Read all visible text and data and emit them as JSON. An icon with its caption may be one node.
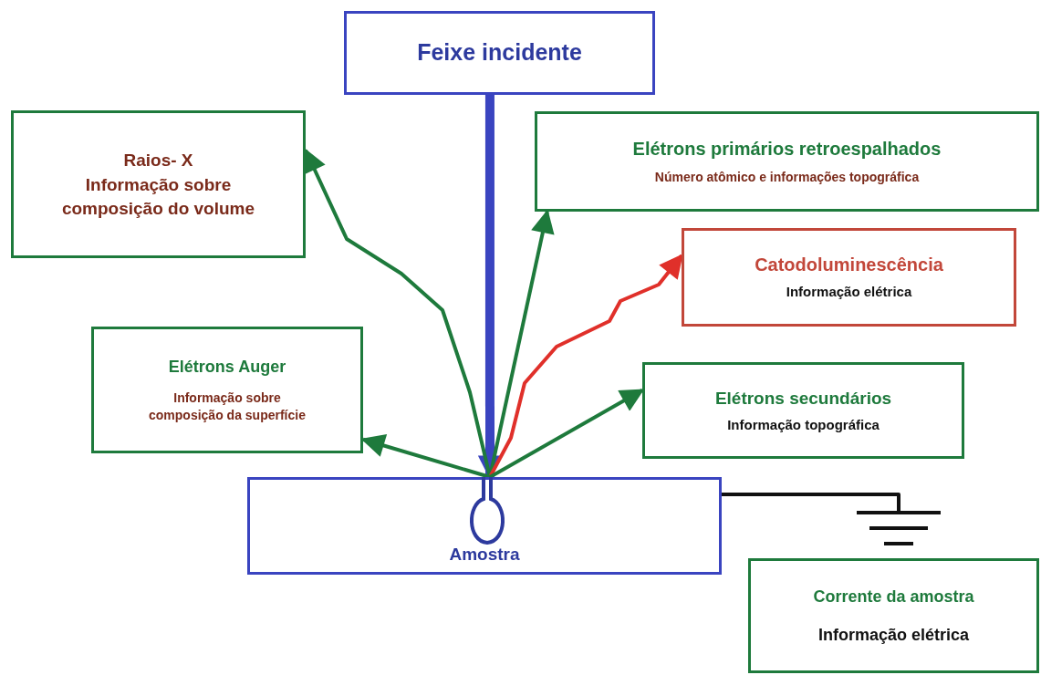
{
  "diagram": {
    "nodes": [
      {
        "text": [
          "Feixe incidente"
        ]
      },
      {
        "text": [
          "Raios- X",
          "Informação sobre composição do volume"
        ]
      },
      {
        "text": [
          "Elétrons primários retroespalhados",
          "Número atômico e informações topográfica"
        ]
      },
      {
        "text": [
          "Catodoluminescência",
          "Informação elétrica"
        ]
      },
      {
        "text": [
          "Elétrons Auger",
          "Informação sobre composição da superfície"
        ]
      },
      {
        "text": [
          "Elétrons secundários",
          "Informação topográfica"
        ]
      },
      {
        "text": [
          "Amostra"
        ]
      },
      {
        "text": [
          "Corrente da amostra",
          "Informação elétrica"
        ]
      },
      {
        "text": [],
        "shape": "ground"
      }
    ],
    "edges": [
      {
        "from": 0,
        "to": 6,
        "arrow": "to",
        "style": "thick",
        "color": "#3a44c0"
      },
      {
        "from": 6,
        "to": 1,
        "arrow": "to"
      },
      {
        "from": 6,
        "to": 2,
        "arrow": "to"
      },
      {
        "from": 6,
        "to": 3,
        "arrow": "to",
        "color": "#e0302a"
      },
      {
        "from": 6,
        "to": 4,
        "arrow": "to"
      },
      {
        "from": 6,
        "to": 5,
        "arrow": "to"
      },
      {
        "from": 6,
        "to": 8,
        "arrow": "none",
        "color": "#111111"
      }
    ]
  }
}
